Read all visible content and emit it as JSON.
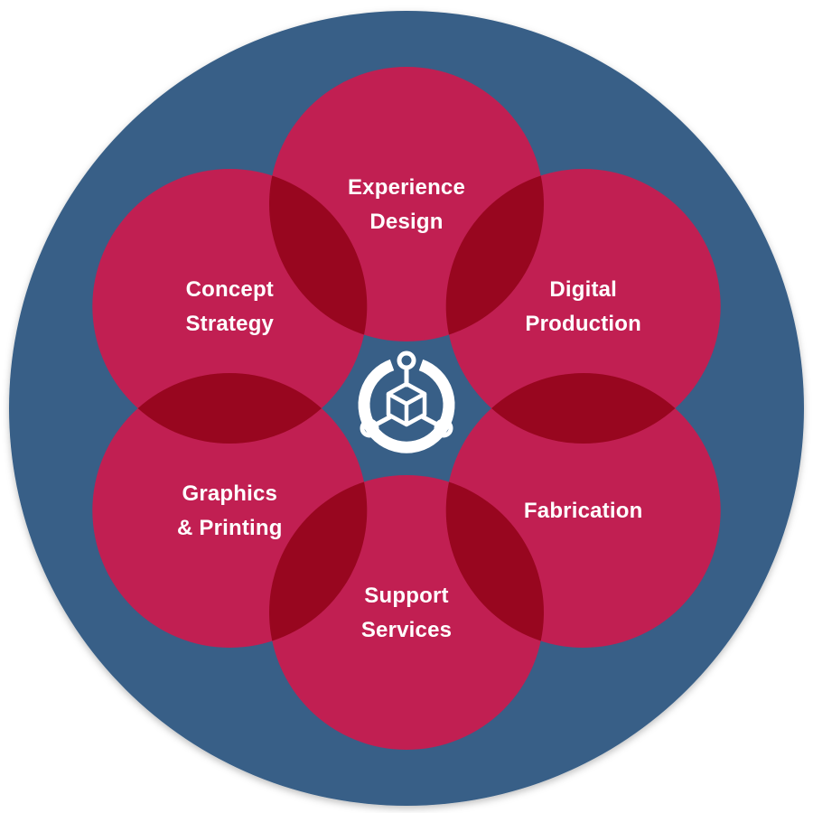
{
  "colors": {
    "background_circle": "#375f87",
    "background_shadow": "#2b4d72",
    "node_fill": "#c11f52",
    "node_overlap": "#98061f",
    "label": "#ffffff",
    "center_icon": "#ffffff"
  },
  "center": {
    "icon": "cube-network-icon"
  },
  "nodes": [
    {
      "id": "experience-design",
      "lines": [
        "Experience",
        "Design"
      ]
    },
    {
      "id": "digital-production",
      "lines": [
        "Digital",
        "Production"
      ]
    },
    {
      "id": "fabrication",
      "lines": [
        "Fabrication"
      ]
    },
    {
      "id": "support-services",
      "lines": [
        "Support",
        "Services"
      ]
    },
    {
      "id": "graphics-printing",
      "lines": [
        "Graphics",
        "& Printing"
      ]
    },
    {
      "id": "concept-strategy",
      "lines": [
        "Concept",
        "Strategy"
      ]
    }
  ]
}
